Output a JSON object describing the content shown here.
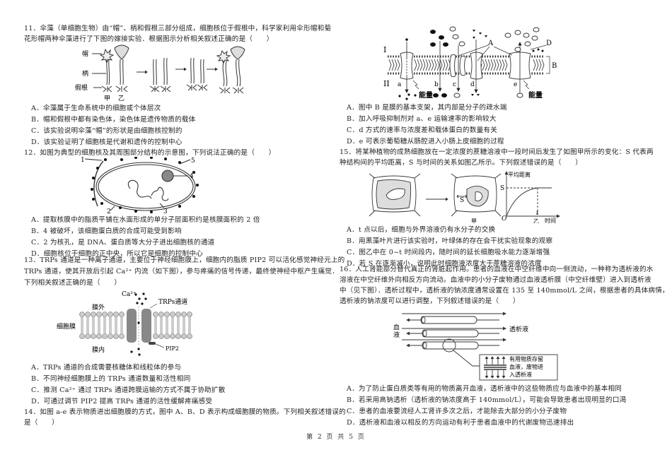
{
  "page": {
    "footer": "第 2 页 共 5 页"
  },
  "q11": {
    "stem_line1": "11．伞藻（单细胞生物）由“帽”、柄和假根三部分组成，细胞核位于假根中，科学家利用伞形帽和菊",
    "stem_line2": "花形帽两种伞藻进行了下图的嫁接实验．根据图示分析相关叙述正确的是（　　）",
    "figure": {
      "labels": {
        "cap": "帽",
        "stalk": "柄",
        "rhizoid": "假根",
        "jia": "甲",
        "yi": "乙"
      }
    },
    "options": [
      "A．伞藻属于生命系统中的细胞或个体层次",
      "B．帽和假根中都有染色体，染色体是遗传物质的载体",
      "C．该实验说明伞藻“帽”的形状是由细胞核控制的",
      "D．该实验证明了细胞核是代谢和遗传的控制中心"
    ]
  },
  "q12": {
    "stem_line1": "12．如图为典型的细胞核及其周围部分结构的示意图，下列说法正确的是（　　）",
    "figure": {
      "labels": [
        "1",
        "2",
        "3",
        "4",
        "5"
      ]
    },
    "options": [
      "A．提取核膜中的脂质平铺在水面形成的单分子层面积约是核膜面积的 2 倍",
      "B．4 被破坏，该细胞蛋白质的合成可能受到影响",
      "C．2 为核孔，是 DNA、蛋白质等大分子进出细胞核的通道",
      "D．细胞核位于细胞的正中央，所以它是细胞的控制中心"
    ]
  },
  "q13": {
    "stem_line1": "13．TRPs 通道是一种离子通道，主要位于神经细胞膜上，细胞内的脂质 PIP2 可以活化感觉神经元上的",
    "stem_line2": "TRPs 通道，使其开放后引起 Ca²⁺ 内流（如下图），参与疼痛的信号传递，最终使神经中枢产生痛觉．",
    "stem_line3": "下列相关叙述正确的是（　　）",
    "figure": {
      "labels": {
        "ca": "Ca²⁺",
        "outside": "膜外",
        "membrane": "细胞膜",
        "inside": "膜内",
        "channel": "TRPs通道",
        "pip2": "PIP2"
      }
    },
    "options": [
      "A．TRPs 通道的合成需要核糖体和线粒体的参与",
      "B．不同神经细胞膜上的 TRPs 通道数量和活性相同",
      "C．推测 Ca²⁺ 通过 TRPs 通道跨膜运输的方式不属于协助扩散",
      "D．可通过调节 PIP2 提高 TRPs 通道的活性缓解疼痛感受"
    ]
  },
  "q14": {
    "stem_line1": "14．如图 a-e 表示物质进出细胞膜的方式，图中 A、B、D 表示构成细胞膜的物质。下列相关叙述错误的",
    "stem_line2": "是（　　）",
    "figure": {
      "labels": {
        "I": "I",
        "II": "II",
        "A": "A",
        "B": "B",
        "D": "D",
        "a": "a",
        "b": "b",
        "c": "c",
        "d": "d",
        "e": "e",
        "energy": "能量"
      }
    },
    "options": [
      "A．图中 B 是膜的基本支架，其内部是分子的疏水端",
      "B．加入呼吸抑制剂对 a、e 运输速率的影响较大",
      "C．d 方式的速率与浓度差和载体蛋白的数量有关",
      "D．e 可表示葡萄糖从肠腔进入小肠上皮细胞的过程"
    ]
  },
  "q15": {
    "stem_line1": "15．将某种植物的成熟细胞放在一定浓度的蔗糖溶液中一段时间后发生了如图甲所示的变化：S 代表两",
    "stem_line2": "种结构间的平均距离，S 与时间的关系如图乙所示。下列叙述错误的是（　　）",
    "figure": {
      "labels": {
        "jia": "甲",
        "yi": "乙",
        "s": "S",
        "ylabel": "平均距离",
        "xlabel": "时间",
        "origin": "O",
        "t": "t"
      }
    },
    "options": [
      "A．t 点以后，细胞与外界溶液仍有水分子的交换",
      "B．用黑藻叶片进行该实验时，叶绿体的存在会干扰实验现象的观察",
      "C．图乙中在 0~t 时间段内，随时间的延长细胞吸水能力逐渐增强",
      "D．若 S 在逐渐减小，说明此时细胞液浓度大于蔗糖溶液的浓度"
    ]
  },
  "q16": {
    "stem_line1": "16．人工肾能部分替代真正的肾脏起作用。患者的血液在中空纤维中向一侧流动，一种称为透析液的水",
    "stem_line2": "溶液在中空纤维外向相反方向流动。血液中的小分子废物通过血液透析膜（中空纤维壁）进入到透析液",
    "stem_line3": "中（见下图）．透析过程中，透析液的钠浓度通常设置在 135 至 140mmol/L 之间，根据患者的具体病情，",
    "stem_line4": "透析液的钠浓度可以进行调整，下列叙述错误的是（　　）",
    "figure": {
      "labels": {
        "blood": "血液",
        "dialysate": "透析液",
        "box_line1": "有用物质存留",
        "box_line2": "血液，废物进",
        "box_line3": "入透析液"
      }
    },
    "options": [
      "A．为了防止蛋白质类等有用的物质离开血液，透析液中的这些物质应与血液中的基本相同",
      "B．若采用高钠透析（透析液的钠浓度高于 140mmol/L），可能会导致患者出现明显的口渴",
      "C．患者的血液要流经人工肾许多次之后，才能除去大部分的小分子废物",
      "D．透析液和血液以相反的方向运动有利于患者血液中的代谢废物迅速排出"
    ]
  }
}
